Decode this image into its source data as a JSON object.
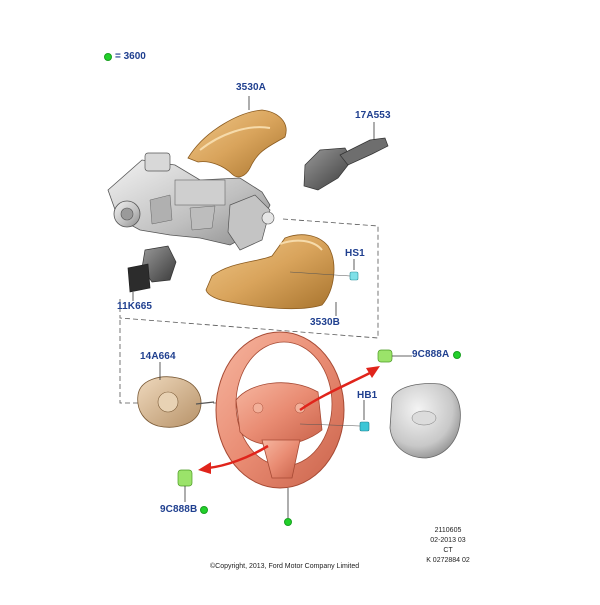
{
  "legend": {
    "marker_color": "#22d02a",
    "text": "= 3600"
  },
  "labels": {
    "p3530A": "3530A",
    "p17A553": "17A553",
    "pHS1": "HS1",
    "p11K665": "11K665",
    "p3530B": "3530B",
    "p14A664": "14A664",
    "p9C888A": "9C888A",
    "pHB1": "HB1",
    "p9C888B": "9C888B"
  },
  "meta": {
    "line1": "2110605",
    "line2": "02-2013 03",
    "line3": "CT",
    "line4": "K 0272884 02"
  },
  "copyright": "©Copyright, 2013, Ford Motor Company Limited",
  "colors": {
    "label": "#1f3f8f",
    "shroud": "#d9a45c",
    "wheel": "#e98c73",
    "arrow": "#e0241b",
    "marker": "#22d02a"
  }
}
